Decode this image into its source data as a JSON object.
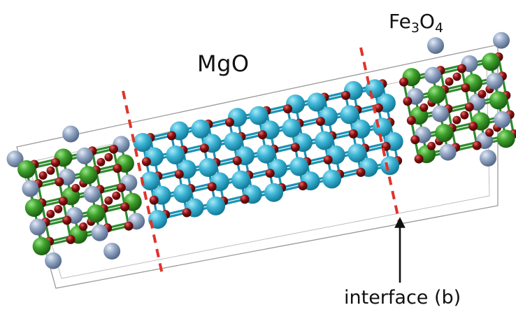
{
  "labels": {
    "mgo": "MgO",
    "fe3o4": {
      "base1": "Fe",
      "sub1": "3",
      "base2": "O",
      "sub2": "4"
    },
    "interface": "interface (b)"
  },
  "colors": {
    "background": "#ffffff",
    "mg_atom": "#3fb7d8",
    "fe_atom_green": "#3fa32c",
    "fe_atom_blue": "#97aac7",
    "o_atom": "#8a1010",
    "bond_mgo": "#1a93b5",
    "bond_fe": "#2d8c2d",
    "interface_line": "#e0342a",
    "cell_box": "#9a9a9a",
    "arrow": "#111111"
  }
}
